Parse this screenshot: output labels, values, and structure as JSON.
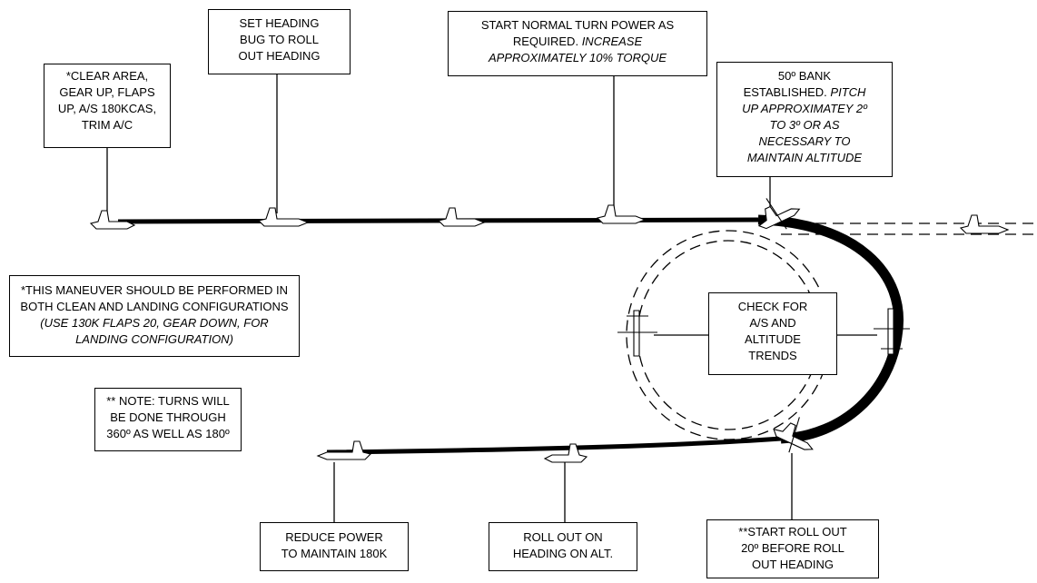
{
  "callouts": {
    "clear_area": [
      "*CLEAR AREA,",
      "GEAR UP, FLAPS",
      "UP, A/S 180KCAS,",
      "TRIM A/C"
    ],
    "heading_bug": [
      "SET HEADING",
      "BUG TO ROLL",
      "OUT HEADING"
    ],
    "start_turn": {
      "normal": "START NORMAL TURN POWER AS",
      "normal2": "REQUIRED.",
      "italic1": "INCREASE",
      "italic2": "APPROXIMATELY 10% TORQUE"
    },
    "bank": {
      "l1": "50º BANK",
      "l2": "ESTABLISHED.",
      "i1": "PITCH",
      "i2": "UP APPROXIMATEY 2º",
      "i3": "TO 3º OR AS",
      "i4": "NECESSARY TO",
      "i5": "MAINTAIN ALTITUDE"
    },
    "maneuver_note": {
      "l1": "*THIS MANEUVER SHOULD BE PERFORMED IN",
      "l2": "BOTH CLEAN AND LANDING CONFIGURATIONS",
      "i1": "(USE 130K FLAPS 20, GEAR DOWN, FOR",
      "i2": "LANDING CONFIGURATION)"
    },
    "check_trends": [
      "CHECK FOR",
      "A/S AND",
      "ALTITUDE",
      "TRENDS"
    ],
    "turns_note": [
      "** NOTE:  TURNS WILL",
      "BE DONE THROUGH",
      "360º AS WELL AS 180º"
    ],
    "reduce_power": [
      "REDUCE POWER",
      "TO MAINTAIN 180K"
    ],
    "roll_out": [
      "ROLL OUT ON",
      "HEADING ON ALT."
    ],
    "start_roll_out": [
      "**START ROLL OUT",
      "20º BEFORE ROLL",
      "OUT HEADING"
    ]
  }
}
